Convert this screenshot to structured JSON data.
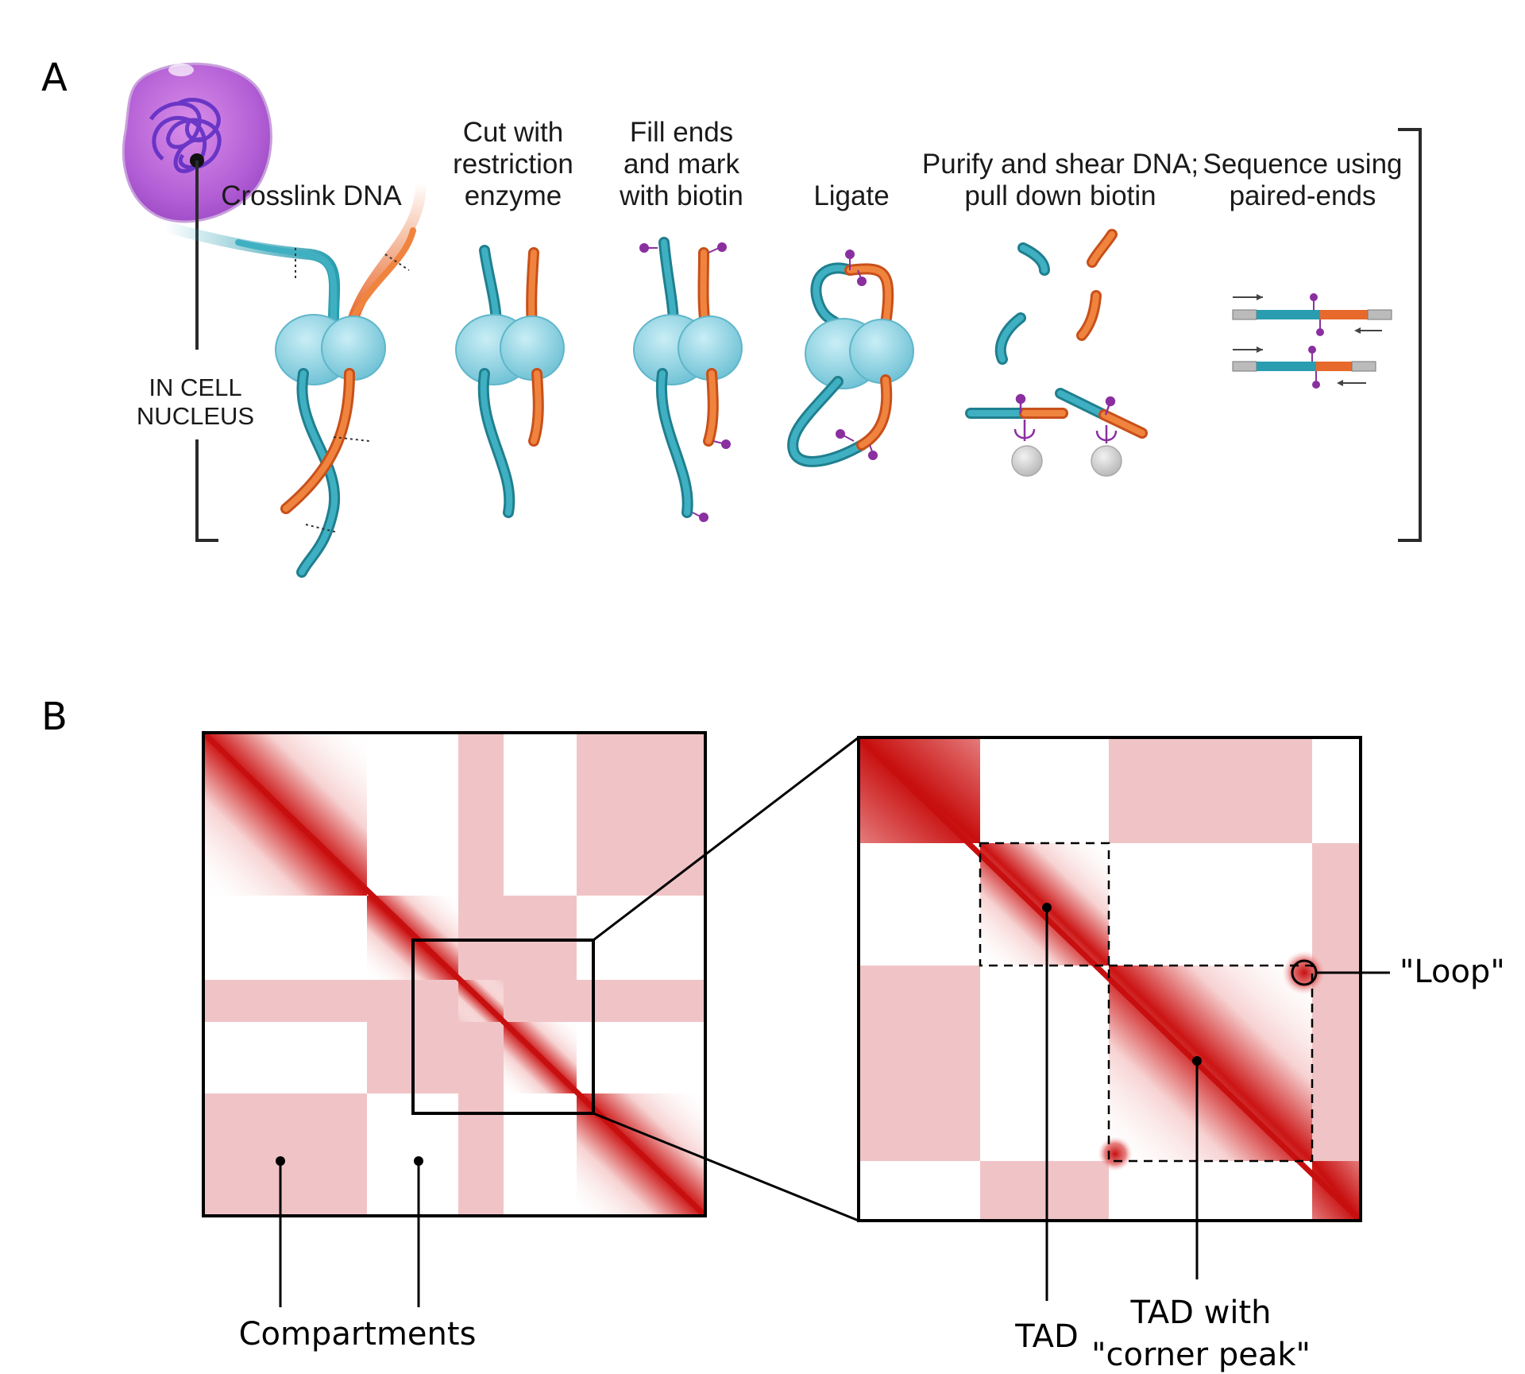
{
  "panel_a": {
    "label": "A",
    "cell_label_line1": "IN CELL",
    "cell_label_line2": "NUCLEUS",
    "steps": [
      {
        "lines": [
          "Crosslink DNA"
        ]
      },
      {
        "lines": [
          "Cut with",
          "restriction",
          "enzyme"
        ]
      },
      {
        "lines": [
          "Fill ends",
          "and mark",
          "with biotin"
        ]
      },
      {
        "lines": [
          "Ligate"
        ]
      },
      {
        "lines": [
          "Purify and shear DNA;",
          "pull down biotin"
        ]
      },
      {
        "lines": [
          "Sequence using",
          "paired-ends"
        ]
      }
    ]
  },
  "panel_b": {
    "label": "B",
    "labels": {
      "compartments": "Compartments",
      "tad": "TAD",
      "tad_corner_line1": "TAD with",
      "tad_corner_line2": "\"corner peak\"",
      "loop": "\"Loop\""
    }
  },
  "colors": {
    "teal": "#2a9db0",
    "orange": "#e8692c",
    "heat_red": "#cc1414",
    "compartment_pink": "#f0c4c6",
    "biotin_purple": "#8a2fa0",
    "nucleus_purple": "#b35ad8",
    "protein_blue": "#8fd3e3"
  }
}
